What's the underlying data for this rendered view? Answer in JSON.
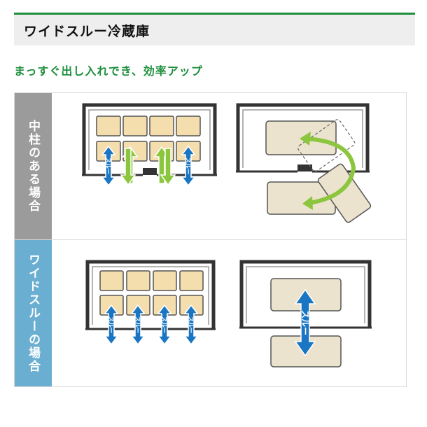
{
  "header": {
    "title": "ワイドスルー冷蔵庫"
  },
  "subtitle": "まっすぐ出し入れでき、効率アップ",
  "rows": [
    {
      "label": "中柱のある場合"
    },
    {
      "label": "ワイドスルーの場合"
    }
  ],
  "arrow_label": "スルー",
  "colors": {
    "accent_green": "#1e8f3c",
    "pillar_label_bg": "#9b9b9b",
    "wide_label_bg": "#6aaed1",
    "arrow_blue": "#1a76c2",
    "arrow_green": "#8cc63f",
    "tray_fill": "#f5deae",
    "cart_fill": "#ece3cf"
  }
}
